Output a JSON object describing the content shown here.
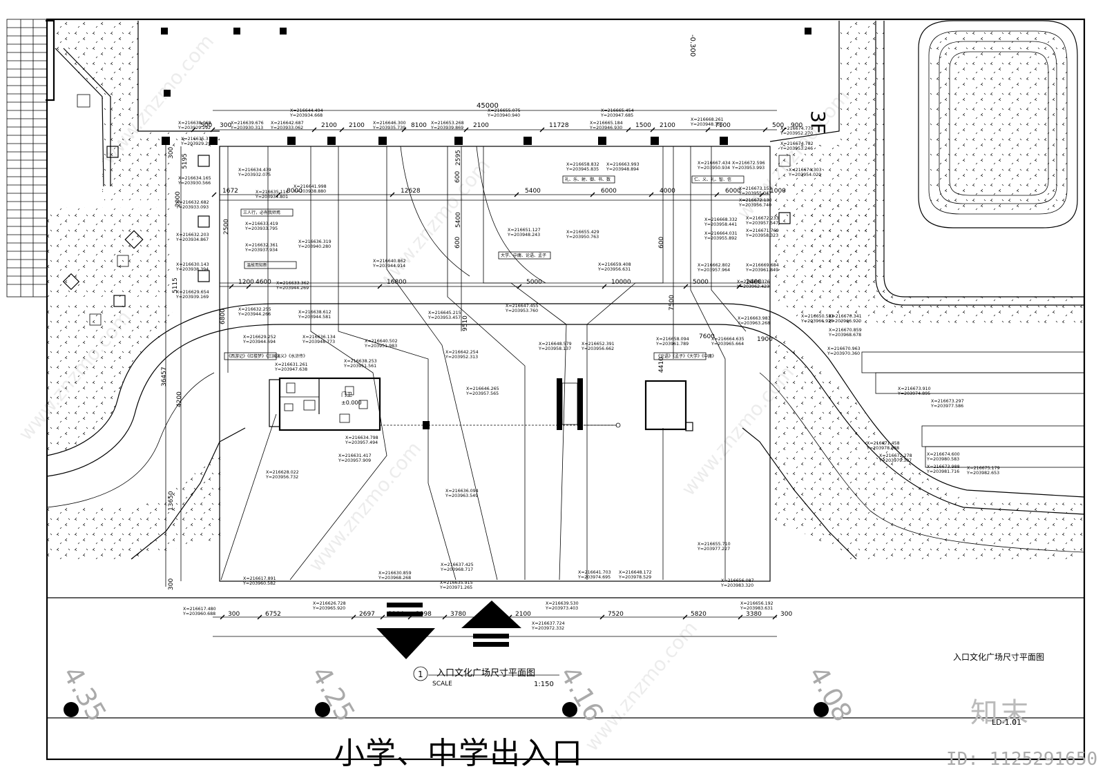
{
  "sheet_title": "入口文化广场尺寸平面图",
  "gate_title": "入口文化广场尺寸平面图",
  "detail_number": "1",
  "scale_label": "SCALE",
  "scale_value": "1:150",
  "exit_label": "小学、中学出入口",
  "sheet_number": "LD-1.01",
  "floor_label": "3F",
  "guard_label": "门卫",
  "guard_elevation": "±0.000",
  "site_elevation": "-0.300",
  "watermark": "知末",
  "watermark_url": "www.znzmo.com",
  "asset_id": "ID: 1125291650",
  "elevations": [
    "4.35",
    "4.25",
    "4.16",
    "4.08"
  ],
  "dims_top": [
    "500",
    "300",
    "2100",
    "2100",
    "8100",
    "2100",
    "11728",
    "1500",
    "2100",
    "7100",
    "500",
    "900"
  ],
  "dims_top_total": "45000",
  "dims_mid": [
    "1672",
    "8000",
    "12628",
    "5400",
    "6000",
    "4000",
    "6000",
    "1000"
  ],
  "dims_row2": [
    "1200",
    "4600",
    "16800",
    "5000",
    "10000",
    "5000",
    "2400"
  ],
  "dims_bottom": [
    "300",
    "6752",
    "2697",
    "2104",
    "2098",
    "3780",
    "2100",
    "7520",
    "5820",
    "3380",
    "300"
  ],
  "dims_left": [
    "5195",
    "2000",
    "2500",
    "36457",
    "4200",
    "13650",
    "300"
  ],
  "dims_vertical": [
    "2595",
    "5400",
    "9510",
    "7500",
    "4410"
  ],
  "dim_labels": [
    "300",
    "600",
    "6800",
    "5115",
    "600",
    "600",
    "1900",
    "7600"
  ],
  "labels": {
    "stone_pavers": "三人行，必有我师焉",
    "plaque_a": "温故而知新",
    "plaque_b": "礼、乐、射、御、书、数",
    "plaque_c": "仁、义、礼、智、信",
    "plaque_d": "大学、中庸、论语、孟子",
    "plaque_e": "《西游记》《红楼梦》《三国演义》《水浒传》",
    "plaque_f": "《论语》《孟子》《大学》《中庸》"
  },
  "coords": [
    {
      "x": "X=216638.068",
      "y": "Y=203929.292"
    },
    {
      "x": "X=216639.676",
      "y": "Y=203930.313"
    },
    {
      "x": "X=216642.687",
      "y": "Y=203933.062"
    },
    {
      "x": "X=216644.494",
      "y": "Y=203934.668"
    },
    {
      "x": "X=216646.300",
      "y": "Y=203935.739"
    },
    {
      "x": "X=216653.268",
      "y": "Y=203939.869"
    },
    {
      "x": "X=216655.075",
      "y": "Y=203940.940"
    },
    {
      "x": "X=216665.454",
      "y": "Y=203947.685"
    },
    {
      "x": "X=216665.184",
      "y": "Y=203946.930"
    },
    {
      "x": "X=216668.261",
      "y": "Y=203948.755"
    },
    {
      "x": "X=216674.779",
      "y": "Y=203952.270"
    },
    {
      "x": "X=216674.782",
      "y": "Y=203953.246"
    },
    {
      "x": "X=216635.311",
      "y": "Y=203929.292"
    },
    {
      "x": "X=216634.439",
      "y": "Y=203932.075"
    },
    {
      "x": "X=216634.165",
      "y": "Y=203930.566"
    },
    {
      "x": "X=216635.116",
      "y": "Y=203934.801"
    },
    {
      "x": "X=216641.998",
      "y": "Y=203938.880"
    },
    {
      "x": "X=216658.832",
      "y": "Y=203945.835"
    },
    {
      "x": "X=216663.993",
      "y": "Y=203948.894"
    },
    {
      "x": "X=216667.434",
      "y": "Y=203950.934"
    },
    {
      "x": "X=216672.596",
      "y": "Y=203953.993"
    },
    {
      "x": "X=216674.303",
      "y": "Y=203954.020"
    },
    {
      "x": "X=216673.152",
      "y": "Y=203955.047"
    },
    {
      "x": "X=216672.130",
      "y": "Y=203956.740"
    },
    {
      "x": "X=216632.682",
      "y": "Y=203933.093"
    },
    {
      "x": "X=216633.419",
      "y": "Y=203933.795"
    },
    {
      "x": "X=216632.203",
      "y": "Y=203934.867"
    },
    {
      "x": "X=216632.361",
      "y": "Y=203937.934"
    },
    {
      "x": "X=216636.319",
      "y": "Y=203940.280"
    },
    {
      "x": "X=216651.127",
      "y": "Y=203948.243"
    },
    {
      "x": "X=216655.429",
      "y": "Y=203950.763"
    },
    {
      "x": "X=216668.332",
      "y": "Y=203958.441"
    },
    {
      "x": "X=216664.031",
      "y": "Y=203955.892"
    },
    {
      "x": "X=216672.233",
      "y": "Y=203957.547"
    },
    {
      "x": "X=216671.769",
      "y": "Y=203958.323"
    },
    {
      "x": "X=216630.143",
      "y": "Y=203938.394"
    },
    {
      "x": "X=216629.654",
      "y": "Y=203939.169"
    },
    {
      "x": "X=216633.362",
      "y": "Y=203944.269"
    },
    {
      "x": "X=216640.862",
      "y": "Y=203944.914"
    },
    {
      "x": "X=216659.408",
      "y": "Y=203956.631"
    },
    {
      "x": "X=216662.802",
      "y": "Y=203957.964"
    },
    {
      "x": "X=216669.684",
      "y": "Y=203961.849"
    },
    {
      "x": "X=216669.376",
      "y": "Y=203962.423"
    },
    {
      "x": "X=216632.255",
      "y": "Y=203944.266"
    },
    {
      "x": "X=216638.612",
      "y": "Y=203944.581"
    },
    {
      "x": "X=216645.215",
      "y": "Y=203953.457"
    },
    {
      "x": "X=216647.455",
      "y": "Y=203953.760"
    },
    {
      "x": "X=216663.983",
      "y": "Y=203963.268"
    },
    {
      "x": "X=216670.341",
      "y": "Y=203966.920"
    },
    {
      "x": "X=216629.252",
      "y": "Y=203944.694"
    },
    {
      "x": "X=216636.134",
      "y": "Y=203948.773"
    },
    {
      "x": "X=216640.502",
      "y": "Y=203951.983"
    },
    {
      "x": "X=216642.254",
      "y": "Y=203952.313"
    },
    {
      "x": "X=216648.579",
      "y": "Y=203958.137"
    },
    {
      "x": "X=216652.391",
      "y": "Y=203956.662"
    },
    {
      "x": "X=216658.094",
      "y": "Y=203961.789"
    },
    {
      "x": "X=216664.635",
      "y": "Y=203965.664"
    },
    {
      "x": "X=216670.859",
      "y": "Y=203968.678"
    },
    {
      "x": "X=216670.963",
      "y": "Y=203970.360"
    },
    {
      "x": "X=216638.253",
      "y": "Y=203951.561"
    },
    {
      "x": "X=216631.261",
      "y": "Y=203947.638"
    },
    {
      "x": "X=216646.265",
      "y": "Y=203957.565"
    },
    {
      "x": "X=216673.910",
      "y": "Y=203974.895"
    },
    {
      "x": "X=216673.297",
      "y": "Y=203977.586"
    },
    {
      "x": "X=216634.798",
      "y": "Y=203957.494"
    },
    {
      "x": "X=216631.417",
      "y": "Y=203957.909"
    },
    {
      "x": "X=216628.022",
      "y": "Y=203956.732"
    },
    {
      "x": "X=216671.458",
      "y": "Y=203978.088"
    },
    {
      "x": "X=216672.278",
      "y": "Y=203979.307"
    },
    {
      "x": "X=216674.600",
      "y": "Y=203980.583"
    },
    {
      "x": "X=216673.988",
      "y": "Y=203981.716"
    },
    {
      "x": "X=216675.179",
      "y": "Y=203982.653"
    },
    {
      "x": "X=216636.094",
      "y": "Y=203963.549"
    },
    {
      "x": "X=216655.710",
      "y": "Y=203977.227"
    },
    {
      "x": "X=216617.891",
      "y": "Y=203960.582"
    },
    {
      "x": "X=216630.859",
      "y": "Y=203968.268"
    },
    {
      "x": "X=216637.425",
      "y": "Y=203968.717"
    },
    {
      "x": "X=216635.915",
      "y": "Y=203971.265"
    },
    {
      "x": "X=216641.703",
      "y": "Y=203974.695"
    },
    {
      "x": "X=216648.172",
      "y": "Y=203978.529"
    },
    {
      "x": "X=216656.087",
      "y": "Y=203983.320"
    },
    {
      "x": "X=216617.480",
      "y": "Y=203960.688"
    },
    {
      "x": "X=216626.728",
      "y": "Y=203965.920"
    },
    {
      "x": "X=216639.530",
      "y": "Y=203973.403"
    },
    {
      "x": "X=216637.724",
      "y": "Y=203972.332"
    },
    {
      "x": "X=216656.192",
      "y": "Y=203983.631"
    },
    {
      "x": "X=216650.581",
      "y": "Y=203966.920"
    }
  ]
}
